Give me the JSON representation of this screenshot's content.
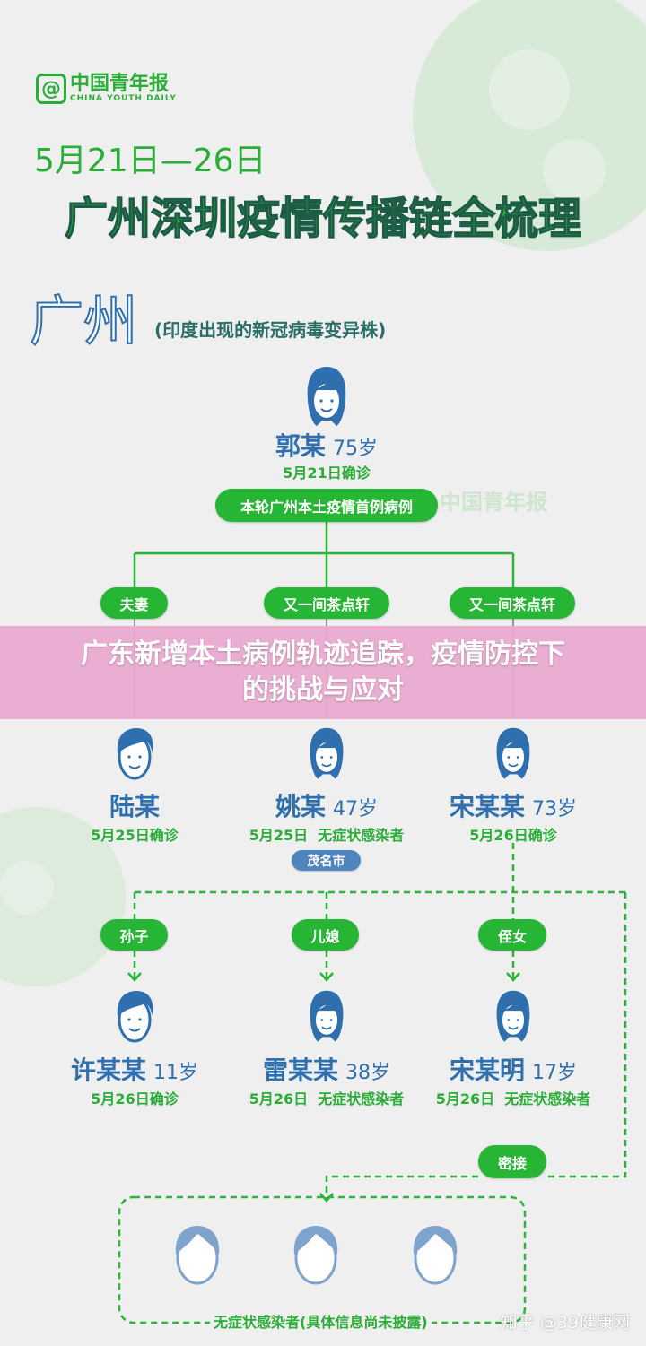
{
  "logo": {
    "cn": "中国青年报",
    "en": "CHINA YOUTH DAILY"
  },
  "date_range": "5月21日—26日",
  "title": "广州深圳疫情传播链全梳理",
  "section": {
    "city": "广州",
    "subtitle": "(印度出现的新冠病毒变异株)"
  },
  "root": {
    "name": "郭某",
    "age": "75岁",
    "date": "5月21日确诊",
    "tag": "本轮广州本土疫情首例病例"
  },
  "relations1": [
    "夫妻",
    "又一间茶点轩",
    "又一间茶点轩"
  ],
  "banner": {
    "line1": "广东新增本土病例轨迹追踪，疫情防控下",
    "line2": "的挑战与应对"
  },
  "row2": [
    {
      "name": "陆某",
      "age": "",
      "date": "5月25日确诊"
    },
    {
      "name": "姚某",
      "age": "47岁",
      "date": "5月25日  无症状感染者",
      "place": "茂名市"
    },
    {
      "name": "宋某某",
      "age": "73岁",
      "date": "5月26日确诊"
    }
  ],
  "relations2": [
    "孙子",
    "儿媳",
    "侄女"
  ],
  "row3": [
    {
      "name": "许某某",
      "age": "11岁",
      "date": "5月26日确诊"
    },
    {
      "name": "雷某某",
      "age": "38岁",
      "date": "5月26日  无症状感染者"
    },
    {
      "name": "宋某明",
      "age": "17岁",
      "date": "5月26日  无症状感染者"
    }
  ],
  "close_contact": "密接",
  "group_label": "无症状感染者(具体信息尚未披露)",
  "watermark": "知乎 @39健康网",
  "colors": {
    "green": "#27b535",
    "blue": "#2f6fad",
    "banner": "#eaa9d0",
    "bg": "#efefef"
  }
}
